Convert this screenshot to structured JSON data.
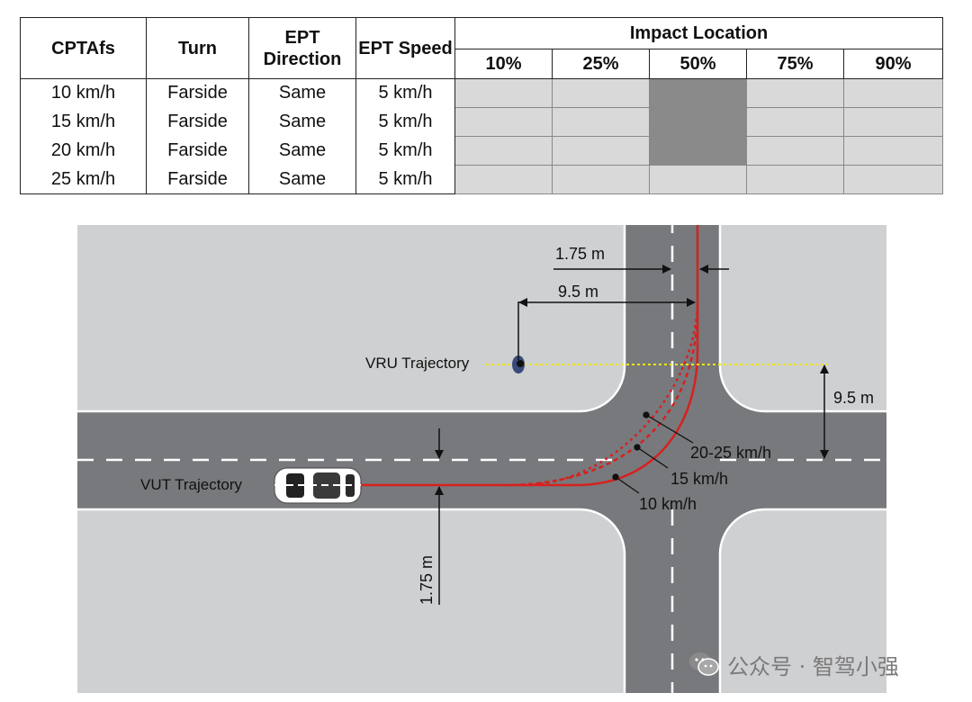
{
  "table": {
    "headers": {
      "cptafs": "CPTAfs",
      "turn": "Turn",
      "ept_direction": "EPT Direction",
      "ept_speed": "EPT Speed",
      "impact_location": "Impact Location",
      "impact_columns": [
        "10%",
        "25%",
        "50%",
        "75%",
        "90%"
      ]
    },
    "rows": [
      {
        "speed": "10 km/h",
        "turn": "Farside",
        "direction": "Same",
        "ept_speed": "5 km/h",
        "highlight": [
          false,
          false,
          true,
          false,
          false
        ]
      },
      {
        "speed": "15 km/h",
        "turn": "Farside",
        "direction": "Same",
        "ept_speed": "5 km/h",
        "highlight": [
          false,
          false,
          true,
          false,
          false
        ]
      },
      {
        "speed": "20 km/h",
        "turn": "Farside",
        "direction": "Same",
        "ept_speed": "5 km/h",
        "highlight": [
          false,
          false,
          true,
          false,
          false
        ]
      },
      {
        "speed": "25 km/h",
        "turn": "Farside",
        "direction": "Same",
        "ept_speed": "5 km/h",
        "highlight": [
          false,
          false,
          false,
          false,
          false
        ]
      }
    ]
  },
  "diagram": {
    "dim_lateral": "1.75 m",
    "dim_distance": "9.5 m",
    "dim_right": "9.5 m",
    "dim_vertical": "1.75 m",
    "vru_label": "VRU Trajectory",
    "vut_label": "VUT Trajectory",
    "speed_label_high": "20-25 km/h",
    "speed_label_mid": "15 km/h",
    "speed_label_low": "10 km/h",
    "colors": {
      "road": "#77797c",
      "ground": "#cfd0d2",
      "trajectory": "#d8201f",
      "vru_path": "#f0e600"
    }
  },
  "watermark": {
    "text": "公众号 · 智驾小强"
  }
}
